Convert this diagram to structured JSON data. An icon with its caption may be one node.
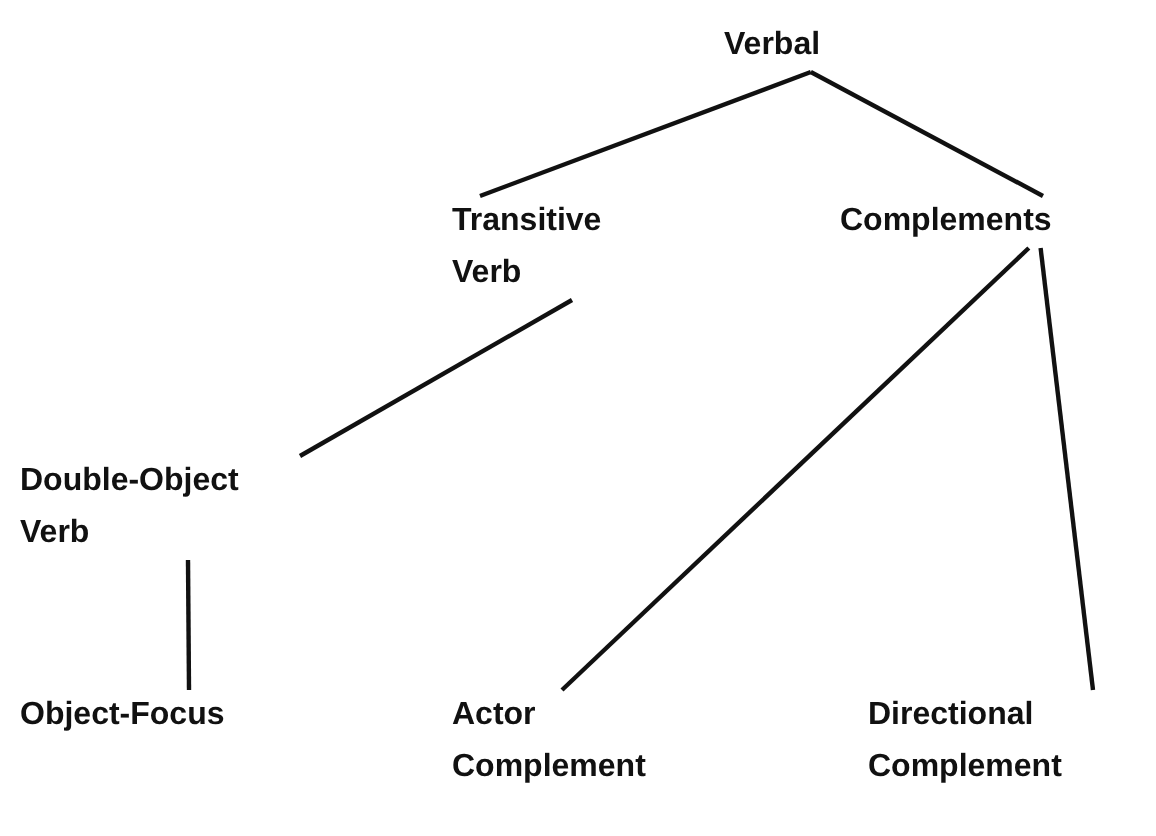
{
  "diagram": {
    "nodes": [
      {
        "text": [
          "Verbal"
        ]
      },
      {
        "text": [
          "Transitive Verb"
        ]
      },
      {
        "text": [
          "Complements"
        ]
      },
      {
        "text": [
          "Double-Object Verb"
        ]
      },
      {
        "text": [
          "Object-Focus"
        ]
      },
      {
        "text": [
          "Actor Complement"
        ]
      },
      {
        "text": [
          "Directional Complement"
        ]
      }
    ],
    "edges": [
      {
        "from": 0,
        "to": 1,
        "arrow": "none"
      },
      {
        "from": 0,
        "to": 2,
        "arrow": "none"
      },
      {
        "from": 1,
        "to": 3,
        "arrow": "none"
      },
      {
        "from": 3,
        "to": 4,
        "arrow": "none"
      },
      {
        "from": 2,
        "to": 5,
        "arrow": "none"
      },
      {
        "from": 2,
        "to": 6,
        "arrow": "none"
      }
    ]
  }
}
